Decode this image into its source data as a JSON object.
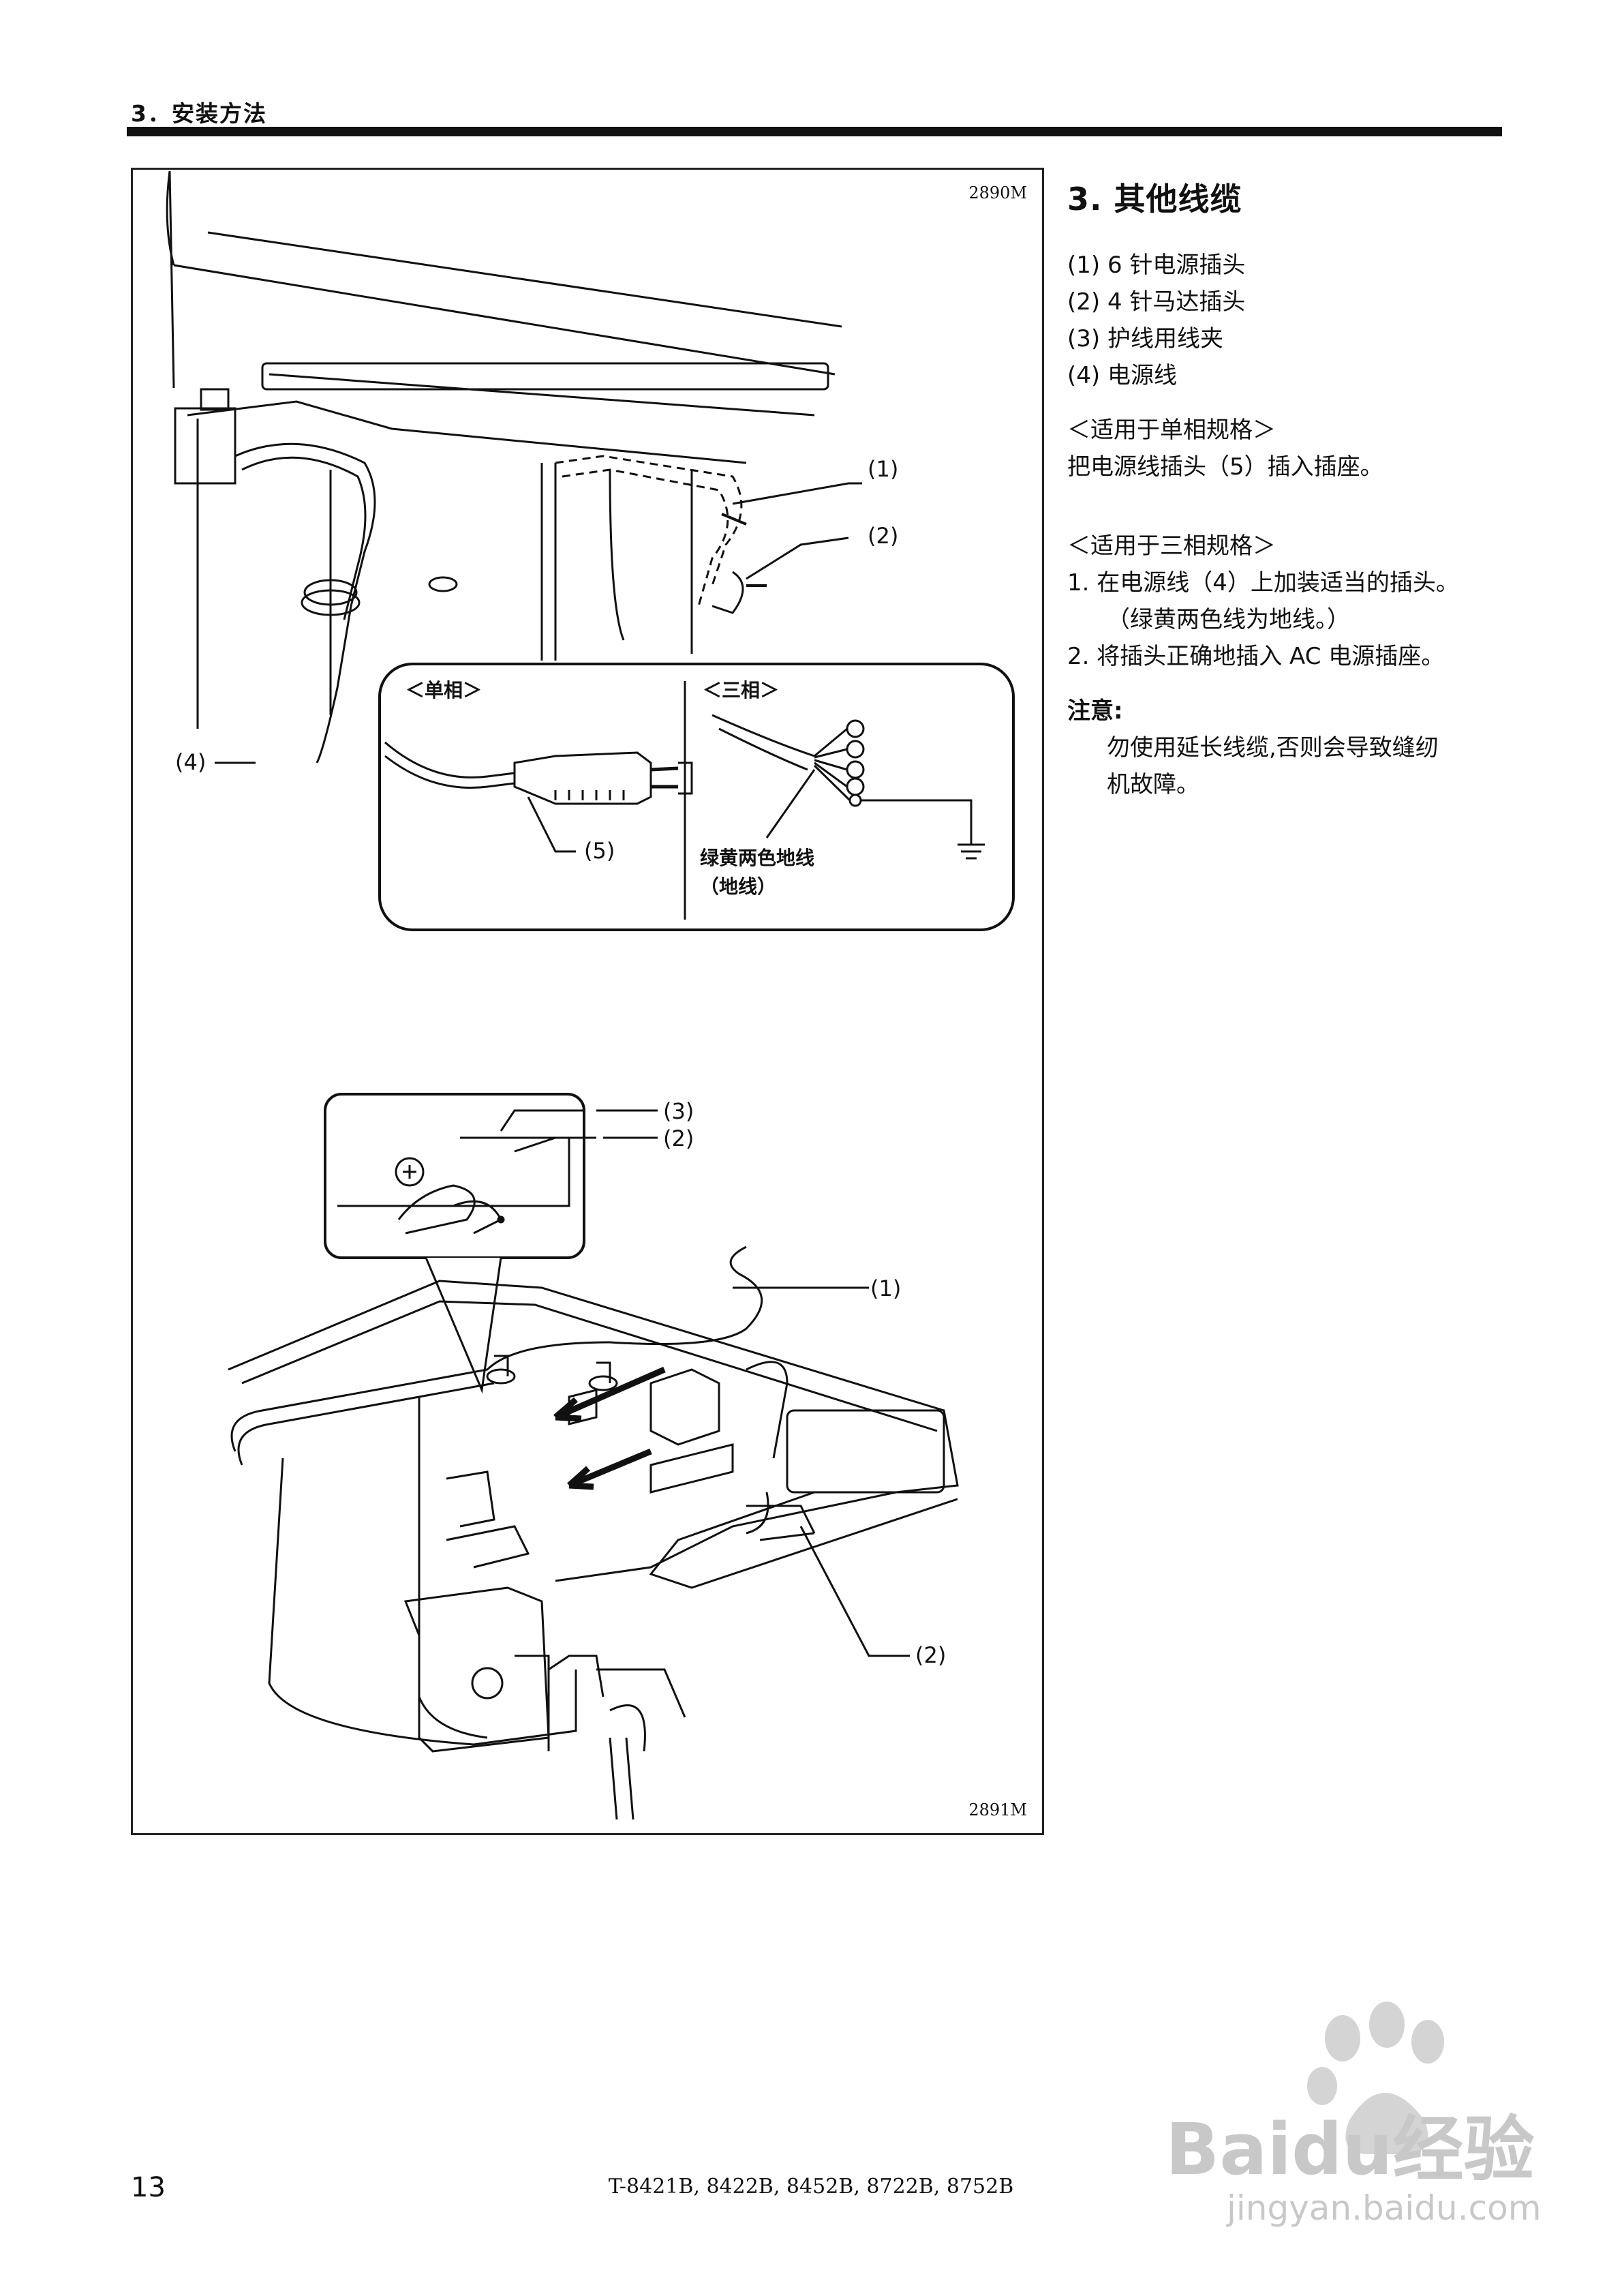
{
  "header": {
    "section_label": "3．安装方法"
  },
  "figure": {
    "top_id": "2890M",
    "bottom_id": "2891M",
    "callouts_top": {
      "c1": "(1)",
      "c2": "(2)",
      "c4": "(4)",
      "c5": "(5)"
    },
    "inset_single": "＜单相＞",
    "inset_three": "＜三相＞",
    "ground_label_1": "绿黄两色地线",
    "ground_label_2": "（地线）",
    "callouts_bottom": {
      "c3": "(3)",
      "c2a": "(2)",
      "c1": "(1)",
      "c2b": "(2)"
    }
  },
  "content": {
    "title": "3. 其他线缆",
    "items": [
      "(1) 6 针电源插头",
      "(2) 4 针马达插头",
      "(3) 护线用线夹",
      "(4) 电源线"
    ],
    "single_phase_head": "＜适用于单相规格＞",
    "single_phase_text": "把电源线插头（5）插入插座。",
    "three_phase_head": "＜适用于三相规格＞",
    "three_phase_step1": "1. 在电源线（4）上加装适当的插头。",
    "three_phase_step1b": "（绿黄两色线为地线。）",
    "three_phase_step2": "2. 将插头正确地插入 AC 电源插座。",
    "note_head": "注意:",
    "note_text_1": "勿使用延长线缆,否则会导致缝纫",
    "note_text_2": "机故障。"
  },
  "footer": {
    "page_number": "13",
    "models": "T-8421B, 8422B, 8452B, 8722B, 8752B"
  },
  "watermark": {
    "brand": "Baidu经验",
    "url": "jingyan.baidu.com"
  }
}
